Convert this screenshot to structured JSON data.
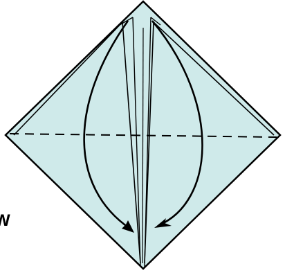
{
  "diagram": {
    "paper_color": "#cfeaea",
    "line_color": "#000000",
    "corner_text": "W",
    "fold_line_style": "dashed",
    "arrow_count": 2
  }
}
